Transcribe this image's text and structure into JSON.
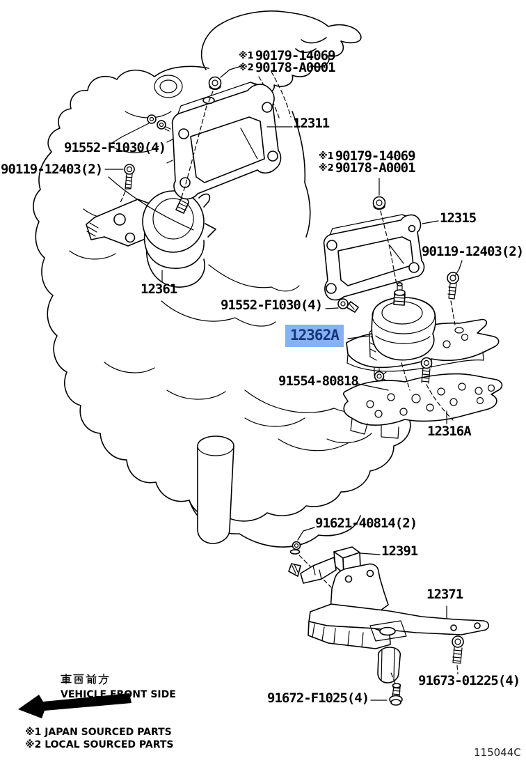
{
  "parts": {
    "fitting_top": {
      "p1": "※1",
      "n1": "90179-14069",
      "p2": "※2",
      "n2": "90178-A0001"
    },
    "fitting_mid": {
      "p1": "※1",
      "n1": "90179-14069",
      "p2": "※2",
      "n2": "90178-A0001"
    },
    "bracket_12311": "12311",
    "bolt_91552_a": "91552-F1030(4)",
    "bolt_90119_a": "90119-12403(2)",
    "bracket_12315": "12315",
    "bolt_90119_b": "90119-12403(2)",
    "insulator_12361": "12361",
    "bolt_91552_b": "91552-F1030(4)",
    "insulator_12362A": "12362A",
    "bolt_91554": "91554-80818",
    "bracket_12316A": "12316A",
    "bolt_91621": "91621-40814(2)",
    "stay_12391": "12391",
    "member_12371": "12371",
    "bolt_91673": "91673-01225(4)",
    "bolt_91672": "91672-F1025(4)"
  },
  "footer": {
    "front_jp": "車両前方",
    "front_en": "VEHICLE FRONT SIDE",
    "note1": "※1 JAPAN SOURCED PARTS",
    "note2": "※2 LOCAL SOURCED PARTS",
    "code": "115044C"
  },
  "style": {
    "highlight_bg": "#86b1f3",
    "highlight_fg": "#17377c",
    "line_color": "#000000"
  }
}
